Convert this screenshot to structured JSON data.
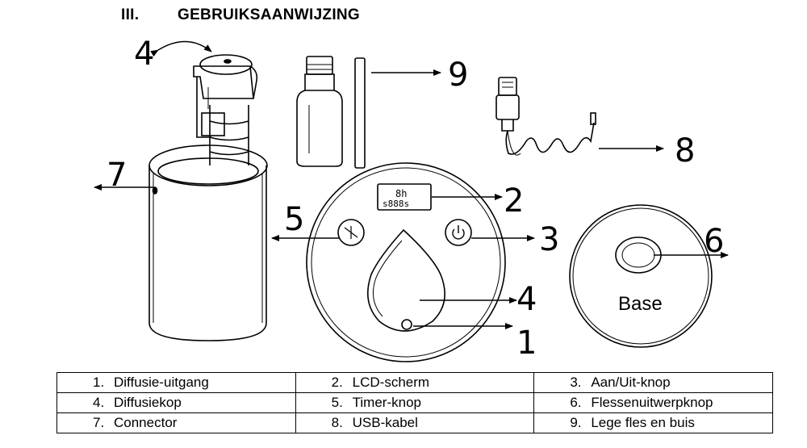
{
  "section": {
    "number": "III.",
    "title": "GEBRUIKSAANWIJZING"
  },
  "callouts": {
    "c1": "1",
    "c2": "2",
    "c3": "3",
    "c4a": "4",
    "c4b": "4",
    "c5": "5",
    "c6": "6",
    "c7": "7",
    "c8": "8",
    "c9": "9"
  },
  "base_label": "Base",
  "lcd": {
    "line1": "8h",
    "line2": "s888s"
  },
  "legend": [
    [
      {
        "n": "1.",
        "label": "Diffusie-uitgang"
      },
      {
        "n": "2.",
        "label": "LCD-scherm"
      },
      {
        "n": "3.",
        "label": "Aan/Uit-knop"
      }
    ],
    [
      {
        "n": "4.",
        "label": "Diffusiekop"
      },
      {
        "n": "5.",
        "label": "Timer-knop"
      },
      {
        "n": "6.",
        "label": "Flessenuitwerpknop"
      }
    ],
    [
      {
        "n": "7.",
        "label": "Connector"
      },
      {
        "n": "8.",
        "label": "USB-kabel"
      },
      {
        "n": "9.",
        "label": "Lege fles en buis"
      }
    ]
  ]
}
